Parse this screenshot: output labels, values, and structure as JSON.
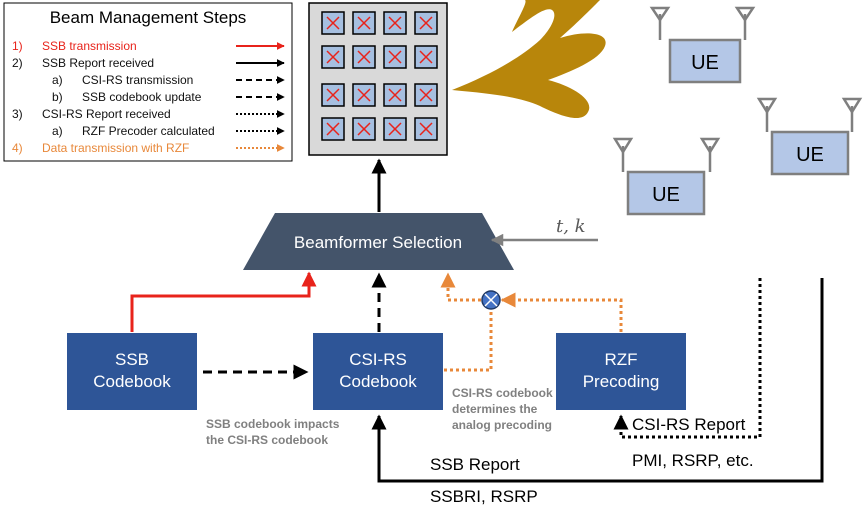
{
  "legend": {
    "title": "Beam Management Steps",
    "items": [
      {
        "num": "1)",
        "text": "SSB transmission",
        "color": "#e8231b",
        "line": "solid-red"
      },
      {
        "num": "2)",
        "text": "SSB Report received",
        "color": "#111111",
        "line": "solid-black"
      },
      {
        "num": "a)",
        "text": "CSI-RS transmission",
        "color": "#111111",
        "line": "dashed-black"
      },
      {
        "num": "b)",
        "text": "SSB codebook update",
        "color": "#111111",
        "line": "dashed-black"
      },
      {
        "num": "3)",
        "text": "CSI-RS Report received",
        "color": "#111111",
        "line": "dotted-black"
      },
      {
        "num": "a)",
        "text": "RZF Precoder calculated",
        "color": "#111111",
        "line": "dotted-black"
      },
      {
        "num": "4)",
        "text": "Data transmission with RZF",
        "color": "#e8883a",
        "line": "dotted-orange"
      }
    ]
  },
  "blocks": {
    "ssb_codebook": [
      "SSB",
      "Codebook"
    ],
    "csirs_codebook": [
      "CSI-RS",
      "Codebook"
    ],
    "rzf_precoding": [
      "RZF",
      "Precoding"
    ],
    "beamformer": "Beamformer Selection"
  },
  "ue_label": "UE",
  "tk_label": "t, k",
  "annotations": {
    "ssb_impacts": [
      "SSB codebook impacts",
      "the CSI-RS codebook"
    ],
    "csirs_determines": [
      "CSI-RS codebook",
      "determines the",
      "analog precoding"
    ]
  },
  "reports": {
    "csirs_report": "CSI-RS Report",
    "pmi": "PMI, RSRP, etc.",
    "ssb_report": "SSB Report",
    "ssbri": "SSBRI, RSRP"
  },
  "colors": {
    "block": "#2e5597",
    "beamformer": "#44546a",
    "red": "#e8231b",
    "orange": "#e8883a",
    "ue_fill": "#b4c7e7",
    "beam": "#b8860b",
    "annotation": "#808080",
    "antenna_cell": "#a6bfe0",
    "array_bg": "#d9d9d9"
  }
}
